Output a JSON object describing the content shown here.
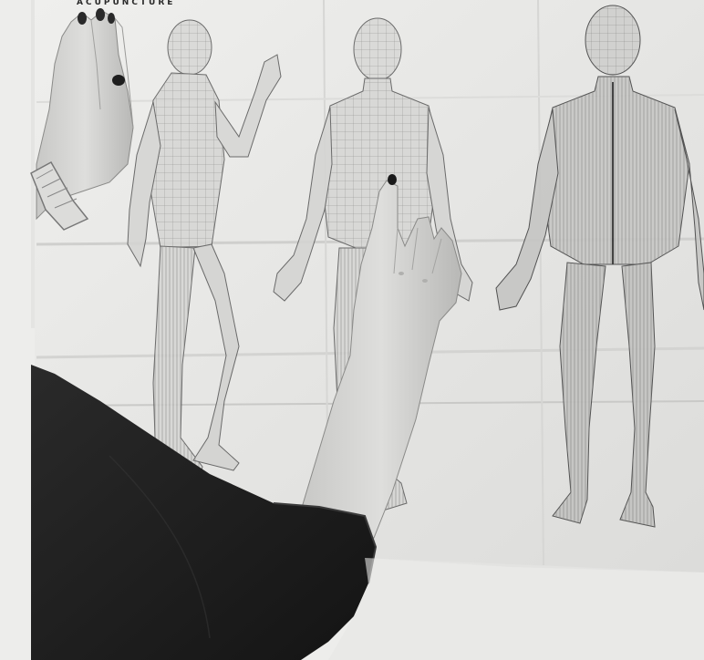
{
  "photo": {
    "caption_partial": "ACUPUNCTURE",
    "subjects": [
      "acupuncture-chart-side-view",
      "acupuncture-chart-front-view",
      "acupuncture-chart-back-view",
      "left-hand",
      "right-hand-pointing",
      "dark-sleeve-arm"
    ],
    "tone": "grayscale"
  }
}
